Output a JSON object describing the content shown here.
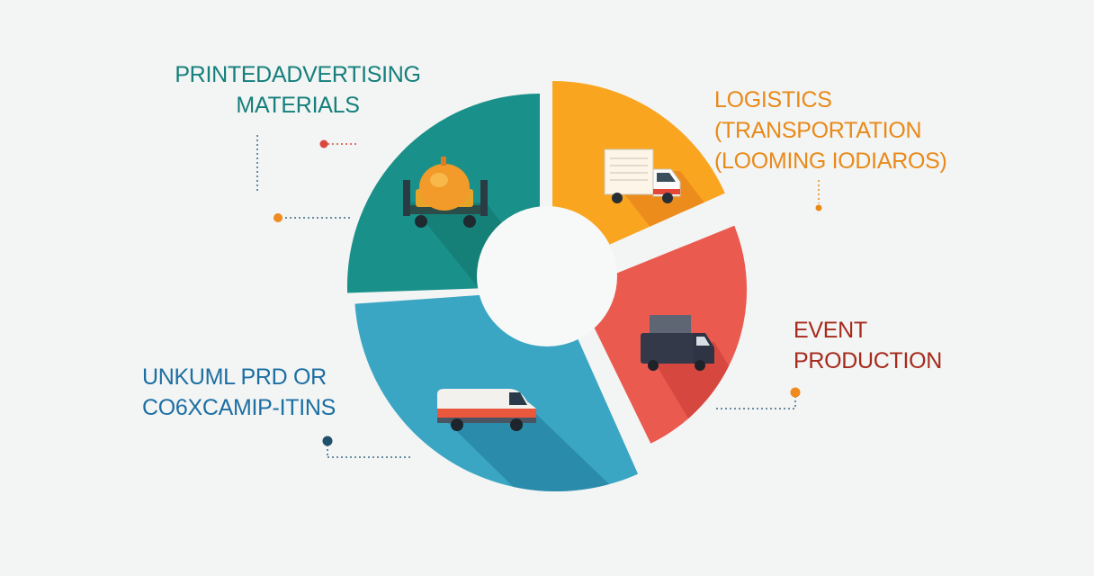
{
  "segments": [
    {
      "id": "printed",
      "lines": [
        "PRINTEDADVERTISING",
        "MATERIALS"
      ],
      "color": "#19918a",
      "shade": "#137369",
      "text_color": "#147f7b",
      "marker_color": "#f08b1f",
      "icon": "cargo-vehicle-icon"
    },
    {
      "id": "logistics",
      "lines": [
        "LOGISTICS",
        "(TRANSPORTATION",
        "(LOOMING IODIAROS)"
      ],
      "color": "#f9a51f",
      "shade": "#e2781a",
      "text_color": "#e88a19",
      "marker_color": "#e88a19",
      "icon": "box-truck-icon"
    },
    {
      "id": "event",
      "lines": [
        "EVENT",
        "PRODUCTION"
      ],
      "color": "#ea5a4f",
      "shade": "#c53a33",
      "text_color": "#a62a1c",
      "marker_color": "#f08b1f",
      "icon": "delivery-van-icon"
    },
    {
      "id": "campaigns",
      "lines": [
        "UNKUML PRD OR",
        "CO6XCAMIP-ITINS"
      ],
      "color": "#3aa6c4",
      "shade": "#1f7497",
      "text_color": "#1c6fa3",
      "marker_color": "#1f4f6a",
      "icon": "passenger-van-icon"
    }
  ],
  "accent_marker_color": "#d9483f"
}
